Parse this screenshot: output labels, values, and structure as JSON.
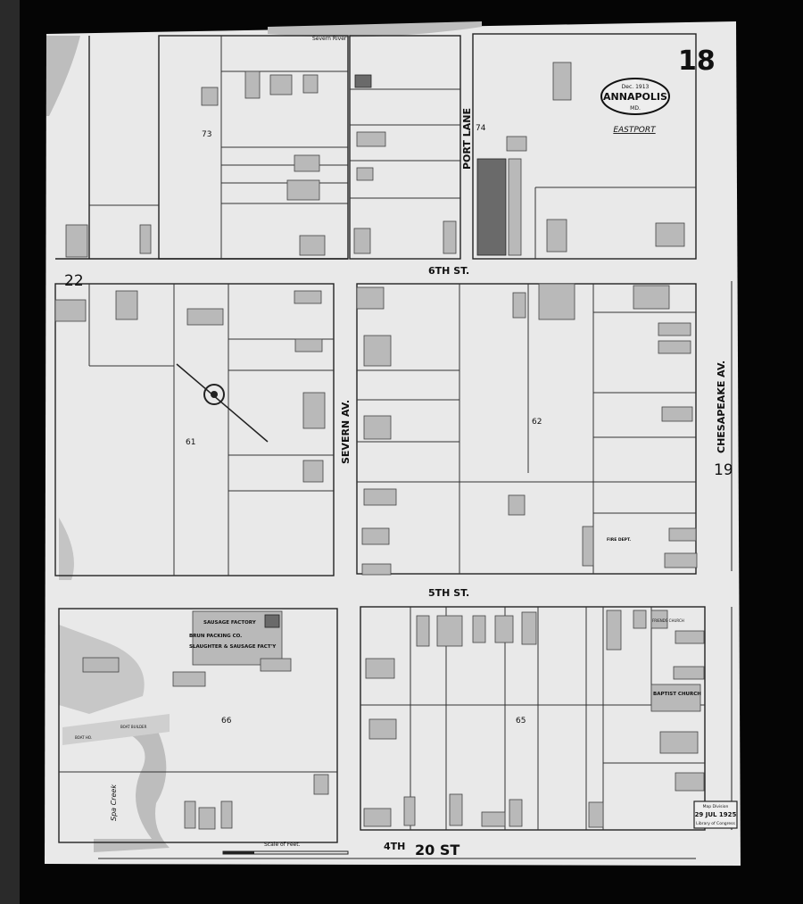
{
  "sheet": {
    "number": "18",
    "date": "Dec. 1913",
    "city": "ANNAPOLIS",
    "state": "MD.",
    "district": "EASTPORT"
  },
  "water": {
    "river": "Severn River",
    "creek": "Spa Creek"
  },
  "streets": {
    "sixth": "6TH ST.",
    "fifth": "5TH ST.",
    "fourth": "4TH",
    "twentieth": "20 ST",
    "severn": "SEVERN AV.",
    "port_lane": "PORT LANE",
    "chesapeake": "CHESAPEAKE AV."
  },
  "adjoining_sheets": {
    "left": "22",
    "right": "19"
  },
  "blocks": [
    "73",
    "74",
    "61",
    "62",
    "66",
    "65"
  ],
  "buildings": {
    "packing": "BRUN PACKING CO.",
    "packing_sub": "SLAUGHTER & SAUSAGE FACT'Y",
    "sausage": "SAUSAGE FACTORY",
    "baptist": "BAPTIST CHURCH",
    "friends": "FRIENDS CHURCH",
    "fire": "FIRE DEPT.",
    "boat_house": "BOAT HO.",
    "boat_builder": "BOAT BUILDER"
  },
  "scale": "Scale of Feet.",
  "stamp": {
    "line1": "Map Division",
    "line2": "29 JUL 1925",
    "line3": "Library of Congress"
  }
}
